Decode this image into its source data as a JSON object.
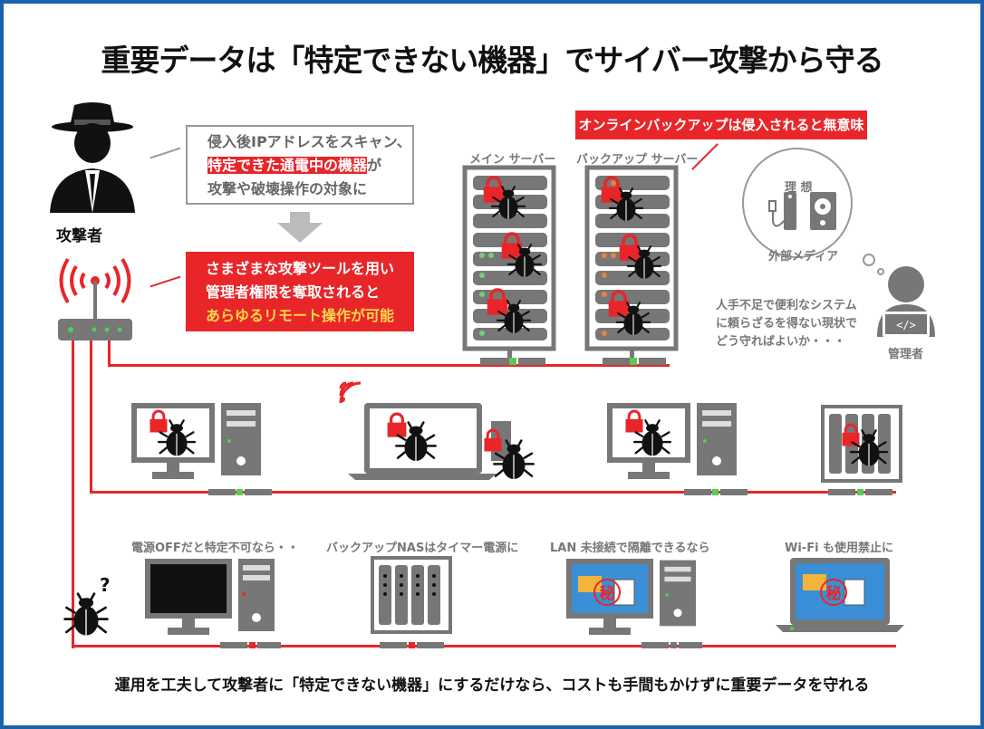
{
  "title": "重要データは「特定できない機器」でサイバー攻撃から守る",
  "attacker_label": "攻撃者",
  "scan_box": {
    "line1": "侵入後IPアドレスをスキャン、",
    "line2_highlight": "特定できた通電中の機器",
    "line2_rest": "が",
    "line3": "攻撃や破壊操作の対象に"
  },
  "tool_box": {
    "line1": "さまざまな攻撃ツールを用い",
    "line2": "管理者権限を奪取されると",
    "line3": "あらゆるリモート操作が可能"
  },
  "banner": "オンラインバックアップは侵入されると無意味",
  "main_server_label": "メイン サーバー",
  "backup_server_label": "バックアップ サーバー",
  "ideal": {
    "title": "理 想",
    "media_label": "外部メディア"
  },
  "admin_thought": {
    "line1": "人手不足で便利なシステム",
    "line2": "に頼らざるを得ない現状で",
    "line3": "どう守ればよいか・・・"
  },
  "admin_label": "管理者",
  "safe_labels": [
    "電源OFFだと特定不可なら・・",
    "バックアップNASはタイマー電源に",
    "LAN 未接続で隔離できるなら",
    "Wi-Fi も使用禁止に"
  ],
  "secret_mark": "秘",
  "question_mark": "?",
  "footer": "運用を工夫して攻撃者に「特定できない機器」にするだけなら、コストも手間もかけずに重要データを守れる",
  "colors": {
    "red": "#e8262a",
    "gray": "#777777",
    "border": "#1b62ad"
  }
}
